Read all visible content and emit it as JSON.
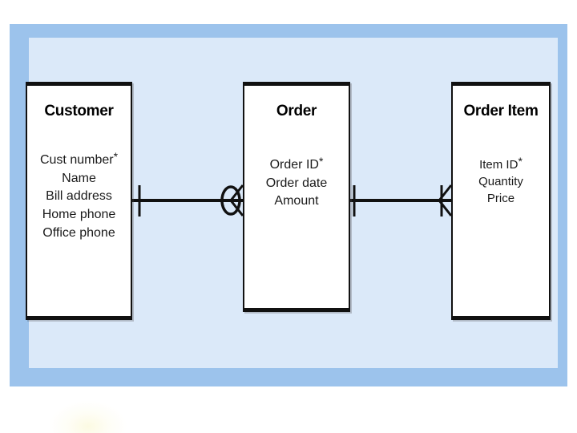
{
  "slide": {
    "panel_border_color": "#9cc3ec",
    "panel_fill_color": "#dbe9f9",
    "page_background_color": "#ffffff"
  },
  "diagram": {
    "type": "entity-relationship-diagram",
    "notation": "crow's foot",
    "key_marker": "*",
    "entities": [
      {
        "id": "customer",
        "title": "Customer",
        "attributes": [
          {
            "name": "Cust number",
            "is_key": true,
            "key_mark": "*"
          },
          {
            "name": "Name",
            "is_key": false,
            "key_mark": ""
          },
          {
            "name": "Bill address",
            "is_key": false,
            "key_mark": ""
          },
          {
            "name": "Home phone",
            "is_key": false,
            "key_mark": ""
          },
          {
            "name": "Office phone",
            "is_key": false,
            "key_mark": ""
          }
        ]
      },
      {
        "id": "order",
        "title": "Order",
        "attributes": [
          {
            "name": "Order ID",
            "is_key": true,
            "key_mark": "*"
          },
          {
            "name": "Order date",
            "is_key": false,
            "key_mark": ""
          },
          {
            "name": "Amount",
            "is_key": false,
            "key_mark": ""
          }
        ]
      },
      {
        "id": "order-item",
        "title": "Order Item",
        "attributes": [
          {
            "name": "Item ID",
            "is_key": true,
            "key_mark": "*"
          },
          {
            "name": "Quantity",
            "is_key": false,
            "key_mark": ""
          },
          {
            "name": "Price",
            "is_key": false,
            "key_mark": ""
          }
        ]
      }
    ],
    "relationships": [
      {
        "id": "customer-order",
        "from": "customer",
        "to": "order",
        "from_cardinality": "one",
        "from_symbol": "single-bar",
        "to_cardinality": "zero or many",
        "to_symbol": "circle-crowsfoot"
      },
      {
        "id": "order-orderitem",
        "from": "order",
        "to": "order-item",
        "from_cardinality": "one",
        "from_symbol": "single-bar",
        "to_cardinality": "one or many",
        "to_symbol": "bar-crowsfoot"
      }
    ],
    "line_color": "#111111",
    "entity_fill_color": "#ffffff",
    "entity_border_color": "#111111"
  }
}
